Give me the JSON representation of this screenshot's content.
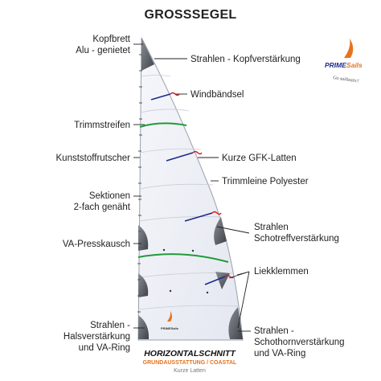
{
  "title": "GROSSSEGEL",
  "brand": {
    "name_part1": "PRIME",
    "name_part2": "Sails",
    "tagline": "Go sailtastic!",
    "color": "#e5731f"
  },
  "labels": {
    "kopfbrett_1": "Kopfbrett",
    "kopfbrett_2": "Alu - genietet",
    "strahlen_kopf": "Strahlen - Kopfverstärkung",
    "windbaendsel": "Windbändsel",
    "trimmstreifen": "Trimmstreifen",
    "kunststoff": "Kunststoffrutscher",
    "gfk_latten": "Kurze GFK-Latten",
    "trimmleine": "Trimmleine Polyester",
    "sektionen_1": "Sektionen",
    "sektionen_2": "2-fach genäht",
    "schotreff_1": "Strahlen",
    "schotreff_2": "Schotreffverstärkung",
    "va_presskausch": "VA-Presskausch",
    "liekklemmen": "Liekklemmen",
    "hals_1": "Strahlen -",
    "hals_2": "Halsverstärkung",
    "hals_3": "und VA-Ring",
    "schothorn_1": "Strahlen -",
    "schothorn_2": "Schothornverstärkung",
    "schothorn_3": "und VA-Ring"
  },
  "caption": {
    "line1": "HORIZONTALSCHNITT",
    "line2": "GRUNDAUSSTATTUNG / COASTAL",
    "line3": "Kurze Latten"
  },
  "colors": {
    "sail": "#eef0f6",
    "trim_stripe": "#1e9b3a",
    "batten": "#1b2a8c",
    "telltale": "#d42020",
    "reinforcement": "#555a60"
  }
}
